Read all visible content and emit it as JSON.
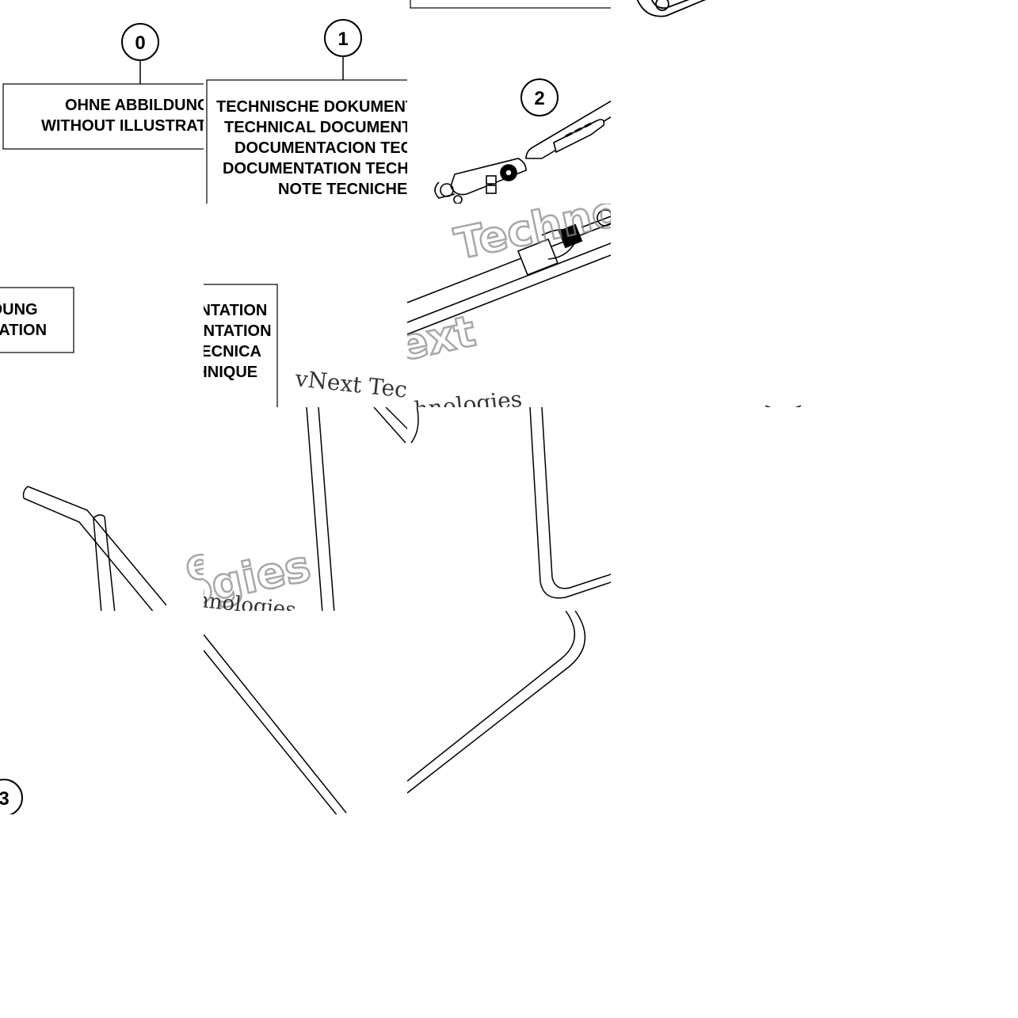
{
  "callouts": [
    {
      "number": "0",
      "lines": [
        "OHNE ABBILDUNG",
        "WITHOUT ILLUSTRATION"
      ]
    },
    {
      "number": "1",
      "lines": [
        "TECHNISCHE DOKUMENTATION",
        "TECHNICAL DOCUMENTATION",
        "DOCUMENTACION TECNICA",
        "DOCUMENTATION TECHNIQUE",
        "NOTE TECNICHE"
      ]
    },
    {
      "number": "2"
    },
    {
      "number": "3"
    }
  ],
  "watermark": {
    "outline_text": [
      "Techno",
      "vNext",
      "ext",
      "logies"
    ],
    "serif_text": [
      "vNext Tec",
      "hnologies",
      "chnologies"
    ]
  }
}
